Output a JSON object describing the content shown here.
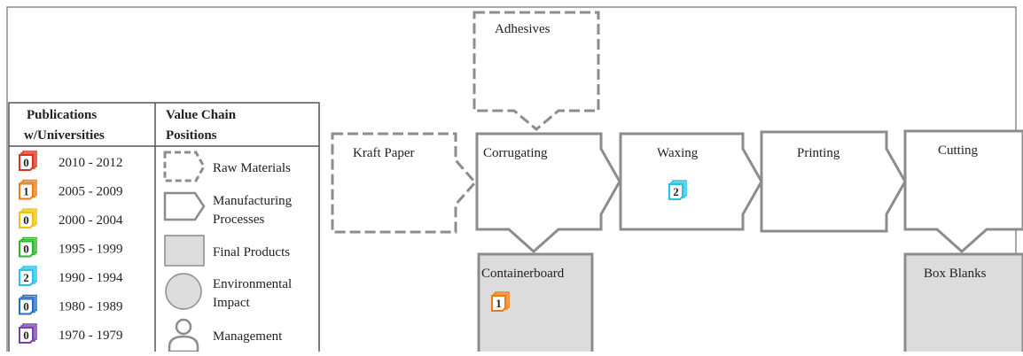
{
  "legend": {
    "publications_header_line1": "Publications",
    "publications_header_line2": "w/Universities",
    "positions_header_line1": "Value Chain",
    "positions_header_line2": "Positions",
    "periods": [
      {
        "count": "0",
        "range": "2010 - 2012",
        "color": "#e03020"
      },
      {
        "count": "1",
        "range": "2005 - 2009",
        "color": "#f07a12"
      },
      {
        "count": "0",
        "range": "2000 - 2004",
        "color": "#f2c200"
      },
      {
        "count": "0",
        "range": "1995 - 1999",
        "color": "#2fb32f"
      },
      {
        "count": "2",
        "range": "1990 - 1994",
        "color": "#22c4e8"
      },
      {
        "count": "0",
        "range": "1980 - 1989",
        "color": "#1f6fc9"
      },
      {
        "count": "0",
        "range": "1970 - 1979",
        "color": "#7b3fb0"
      }
    ],
    "positions": {
      "raw_materials": "Raw Materials",
      "manufacturing_line1": "Manufacturing",
      "manufacturing_line2": "Processes",
      "final_products": "Final Products",
      "environmental_line1": "Environmental",
      "environmental_line2": "Impact",
      "management": "Management"
    }
  },
  "nodes": {
    "adhesives": "Adhesives",
    "kraft_paper": "Kraft Paper",
    "corrugating": "Corrugating",
    "waxing": "Waxing",
    "printing": "Printing",
    "cutting": "Cutting",
    "containerboard": "Containerboard",
    "box_blanks": "Box Blanks"
  },
  "badges": {
    "waxing": {
      "count": "2",
      "color": "#22c4e8"
    },
    "containerboard": {
      "count": "1",
      "color": "#f07a12"
    }
  },
  "colors": {
    "stroke": "#8c8c8c",
    "final_fill": "#dcdcdc"
  }
}
